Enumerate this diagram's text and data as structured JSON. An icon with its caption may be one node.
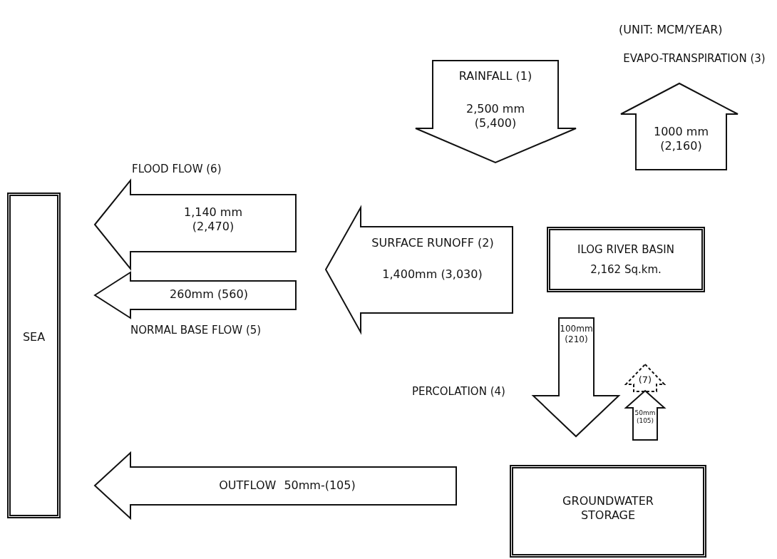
{
  "diagram": {
    "nodes": [
      {
        "text": [
          "RAINFALL (1)",
          "2,500 mm (5,400)"
        ]
      },
      {
        "text": [
          "EVAPO-TRANSPIRATION (3)",
          "1000 mm (2,160)"
        ]
      },
      {
        "text": [
          "FLOOD FLOW (6)",
          "1,140 mm (2,470)"
        ]
      },
      {
        "text": [
          "SURFACE RUNOFF (2)",
          "1,400mm (3,030)"
        ]
      },
      {
        "text": [
          "ILOG RIVER BASIN",
          "2,162 Sq.km."
        ]
      },
      {
        "text": [
          "SEA"
        ]
      },
      {
        "text": [
          "260mm (560)",
          "NORMAL BASE FLOW (5)"
        ]
      },
      {
        "text": [
          "PERCOLATION (4)",
          "100mm (210)"
        ]
      },
      {
        "text": [
          "(7)"
        ]
      },
      {
        "text": [
          "50mm (105)"
        ]
      },
      {
        "text": [
          "OUTFLOW 50mm-(105)"
        ]
      },
      {
        "text": [
          "GROUNDWATER STORAGE"
        ]
      }
    ],
    "labels": [
      "(UNIT: MCM/YEAR)"
    ]
  }
}
